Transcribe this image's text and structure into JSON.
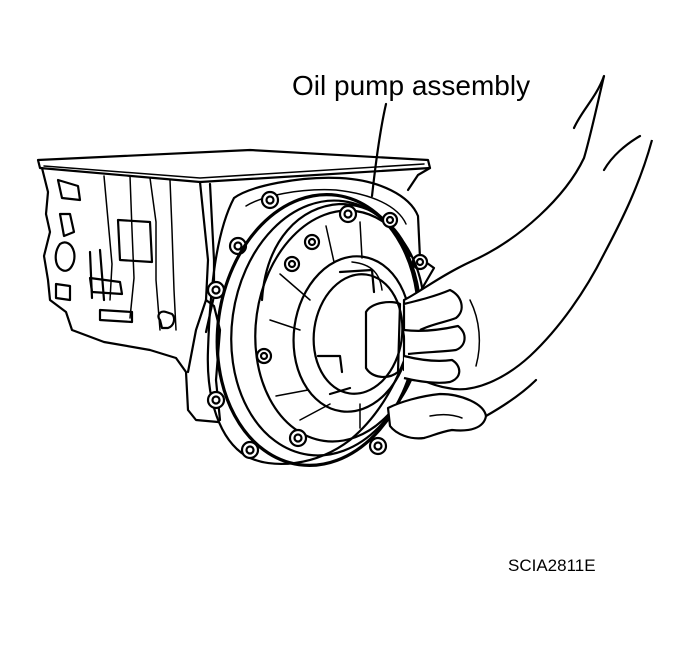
{
  "diagram": {
    "callout_label": "Oil pump assembly",
    "figure_code": "SCIA2811E"
  },
  "icons": [
    "transmission-case-drawing",
    "oil-pump-drawing",
    "hand-drawing"
  ]
}
